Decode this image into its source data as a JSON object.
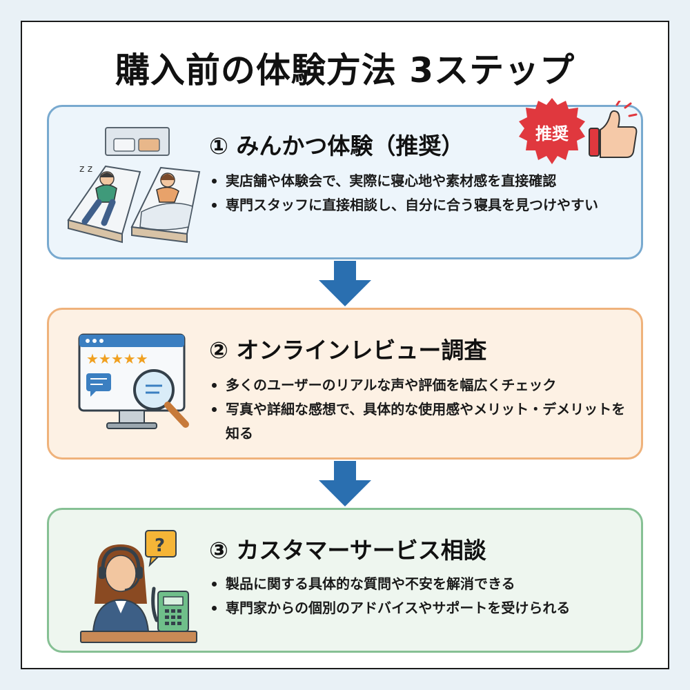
{
  "title": "購入前の体験方法 3ステップ",
  "colors": {
    "card1_border": "#78a9cf",
    "card2_border": "#efb27b",
    "card3_border": "#86c094",
    "arrow": "#2a6fb0",
    "badge": "#e0383e"
  },
  "badge": {
    "label": "推奨",
    "icon": "thumbs-up-icon"
  },
  "steps": [
    {
      "title": "① みんかつ体験（推奨）",
      "icon": "sleeping-people-illustration",
      "bullets": [
        "実店舗や体験会で、実際に寝心地や素材感を直接確認",
        "専門スタッフに直接相談し、自分に合う寝具を見つけやすい"
      ]
    },
    {
      "title": "② オンラインレビュー調査",
      "icon": "monitor-review-illustration",
      "bullets": [
        "多くのユーザーのリアルな声や評価を幅広くチェック",
        "写真や詳細な感想で、具体的な使用感やメリット・デメリットを知る"
      ]
    },
    {
      "title": "③ カスタマーサービス相談",
      "icon": "customer-support-illustration",
      "bullets": [
        "製品に関する具体的な質問や不安を解消できる",
        "専門家からの個別のアドバイスやサポートを受けられる"
      ]
    }
  ],
  "support_question_mark": "?"
}
